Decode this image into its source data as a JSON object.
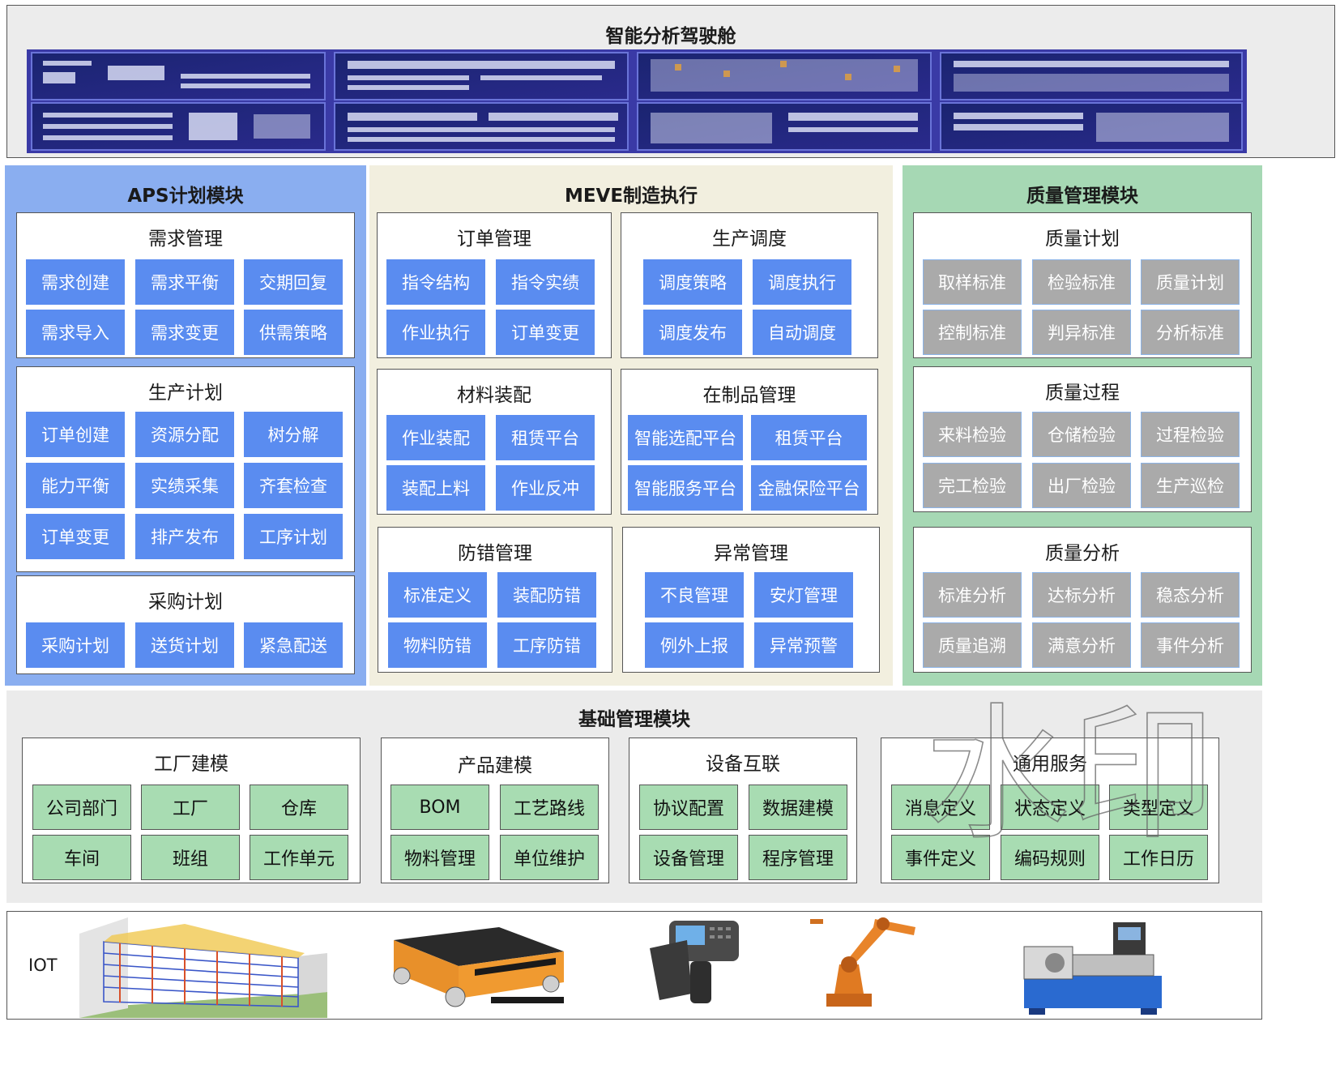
{
  "cockpit": {
    "title": "智能分析驾驶舱"
  },
  "aps": {
    "title": "APS计划模块",
    "demand": {
      "title": "需求管理",
      "items": [
        "需求创建",
        "需求平衡",
        "交期回复",
        "需求导入",
        "需求变更",
        "供需策略"
      ]
    },
    "production": {
      "title": "生产计划",
      "items": [
        "订单创建",
        "资源分配",
        "树分解",
        "能力平衡",
        "实绩采集",
        "齐套检查",
        "订单变更",
        "排产发布",
        "工序计划"
      ]
    },
    "purchase": {
      "title": "采购计划",
      "items": [
        "采购计划",
        "送货计划",
        "紧急配送"
      ]
    }
  },
  "meve": {
    "title": "MEVE制造执行",
    "order": {
      "title": "订单管理",
      "items": [
        "指令结构",
        "指令实绩",
        "作业执行",
        "订单变更"
      ]
    },
    "dispatch": {
      "title": "生产调度",
      "items": [
        "调度策略",
        "调度执行",
        "调度发布",
        "自动调度"
      ]
    },
    "material": {
      "title": "材料装配",
      "items": [
        "作业装配",
        "租赁平台",
        "装配上料",
        "作业反冲"
      ]
    },
    "wip": {
      "title": "在制品管理",
      "items": [
        "智能选配平台",
        "租赁平台",
        "智能服务平台",
        "金融保险平台"
      ]
    },
    "errorproof": {
      "title": "防错管理",
      "items": [
        "标准定义",
        "装配防错",
        "物料防错",
        "工序防错"
      ]
    },
    "exception": {
      "title": "异常管理",
      "items": [
        "不良管理",
        "安灯管理",
        "例外上报",
        "异常预警"
      ]
    }
  },
  "quality": {
    "title": "质量管理模块",
    "plan": {
      "title": "质量计划",
      "items": [
        "取样标准",
        "检验标准",
        "质量计划",
        "控制标准",
        "判异标准",
        "分析标准"
      ]
    },
    "process": {
      "title": "质量过程",
      "items": [
        "来料检验",
        "仓储检验",
        "过程检验",
        "完工检验",
        "出厂检验",
        "生产巡检"
      ]
    },
    "analysis": {
      "title": "质量分析",
      "items": [
        "标准分析",
        "达标分析",
        "稳态分析",
        "质量追溯",
        "满意分析",
        "事件分析"
      ]
    }
  },
  "base": {
    "title": "基础管理模块",
    "factory": {
      "title": "工厂建模",
      "items": [
        "公司部门",
        "工厂",
        "仓库",
        "车间",
        "班组",
        "工作单元"
      ]
    },
    "product": {
      "title": "产品建模",
      "items": [
        "BOM",
        "工艺路线",
        "物料管理",
        "单位维护"
      ]
    },
    "device": {
      "title": "设备互联",
      "items": [
        "协议配置",
        "数据建模",
        "设备管理",
        "程序管理"
      ]
    },
    "general": {
      "title": "通用服务",
      "items": [
        "消息定义",
        "状态定义",
        "类型定义",
        "事件定义",
        "编码规则",
        "工作日历"
      ]
    }
  },
  "iot": {
    "label": "IOT"
  },
  "watermark": "水印",
  "colors": {
    "aps_bg": "#8aaef0",
    "meve_bg": "#f2efdf",
    "quality_bg": "#a6d8b4",
    "base_bg": "#ebebeb",
    "blue_cell": "#5a8cf0",
    "gray_cell": "#aaaaaa",
    "green_cell": "#a8dcb2"
  }
}
